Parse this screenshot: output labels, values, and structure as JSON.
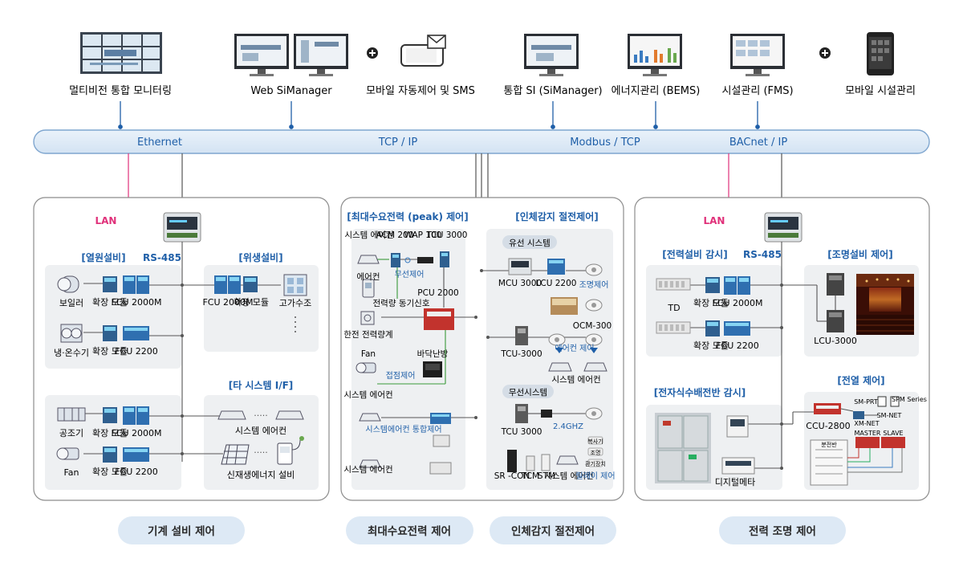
{
  "top": [
    {
      "id": "multivision",
      "label": "멀티비전 통합 모니터링"
    },
    {
      "id": "websimanager",
      "label": "Web SiManager"
    },
    {
      "id": "mobilesms",
      "label": "모바일 자동제어 및 SMS"
    },
    {
      "id": "integratedsi",
      "label": "통합 SI (SiManager)"
    },
    {
      "id": "bems",
      "label": "에너지관리 (BEMS)"
    },
    {
      "id": "fms",
      "label": "시설관리 (FMS)"
    },
    {
      "id": "mobilefac",
      "label": "모바일 시설관리"
    }
  ],
  "bus": {
    "ethernet": "Ethernet",
    "tcpip": "TCP / IP",
    "modbus": "Modbus / TCP",
    "bacnet": "BACnet / IP"
  },
  "colors": {
    "bus_fill": "#ddeaf6",
    "bus_stroke": "#7fa6cf",
    "accent_blue": "#1f5fa8",
    "lan_pink": "#e0317a",
    "panel_bg": "#eef0f2",
    "tab_bg": "#dde9f5"
  },
  "mech": {
    "lan": "LAN",
    "rs485": "RS-485",
    "heat_title": "[열원설비]",
    "hygiene_title": "[위생설비]",
    "other_title": "[타 시스템 I/F]",
    "boiler": "보일러",
    "chiller": "냉·온수기",
    "ahu": "공조기",
    "fan": "Fan",
    "exp1": "확장 모듈",
    "exp2": "확장 모듈",
    "exp3": "확장 모듈",
    "exp4": "확장 모듈",
    "exp5": "확장 모듈",
    "fcu2000_1": "FCU 2000M",
    "fcu2200_1": "FCU 2200",
    "fcu2000_2": "FCU 2000M",
    "fcu2200_2": "FCU 2200",
    "fcu2000_3": "FCU 2000M",
    "tank": "고가수조",
    "sys_ac": "시스템 에어컨",
    "renew": "신재생에너지 설비"
  },
  "peak": {
    "title": "[최대수요전력 (peak) 제어]",
    "sysac_top": "시스템 에어컨",
    "acm": "ACM 200",
    "wap": "WAP 100",
    "tcu": "TCU 3000",
    "ac": "에어컨",
    "wireless": "무선제어",
    "pcu": "PCU 2000",
    "power_sync": "전력량 동기신호",
    "kepco": "한전 전력량계",
    "fan": "Fan",
    "contact": "접점제어",
    "floor": "바닥난방",
    "sysac_mid": "시스템 에어컨",
    "sysac_integrated": "시스템에어컨 통합제어",
    "sysac_bot": "시스템 에어컨"
  },
  "motion": {
    "title": "[인체감지 절전제어]",
    "wired": "유선 시스템",
    "mcu": "MCU 3000",
    "lcu": "LCU 2200",
    "light_ctrl": "조명제어",
    "ocm": "OCM-300",
    "tcu": "TCU-3000",
    "ac_ctrl": "에어컨 제어",
    "sys_ac": "시스템 에어컨",
    "wireless": "무선시스템",
    "tcu3000": "TCU 3000",
    "ghz": "2.4GHZ",
    "s1": "복사기",
    "s2": "조명",
    "s3": "환기장치",
    "src": "SR -CON",
    "tcm": "TCM",
    "stm": "STM",
    "sys_ac2": "시스템 에어컨",
    "relay": "릴레이 제어"
  },
  "power": {
    "lan": "LAN",
    "rs485": "RS-485",
    "elec_title": "[전력설비 감시]",
    "light_title": "[조명설비 제어]",
    "td": "TD",
    "exp1": "확장 모듈",
    "fcu2000": "FCU 2000M",
    "exp2": "확장 모듈",
    "fcu2200": "FCU 2200",
    "lcu3000": "LCU-3000",
    "switchgear": "[전자식수배전반 감시]",
    "meter": "디지털메타",
    "heat_title": "[전열 제어]",
    "ccu": "CCU-2800",
    "smprt": "SM-PRT",
    "spm": "SPM Series",
    "xmnet": "XM-NET",
    "smnet": "SM-NET",
    "master": "MASTER",
    "slave": "SLAVE",
    "panel": "분전반"
  },
  "bottom": {
    "mech": "기계 설비 제어",
    "peak": "최대수요전력 제어",
    "motion": "인체감지 절전제어",
    "power": "전력 조명 제어"
  }
}
